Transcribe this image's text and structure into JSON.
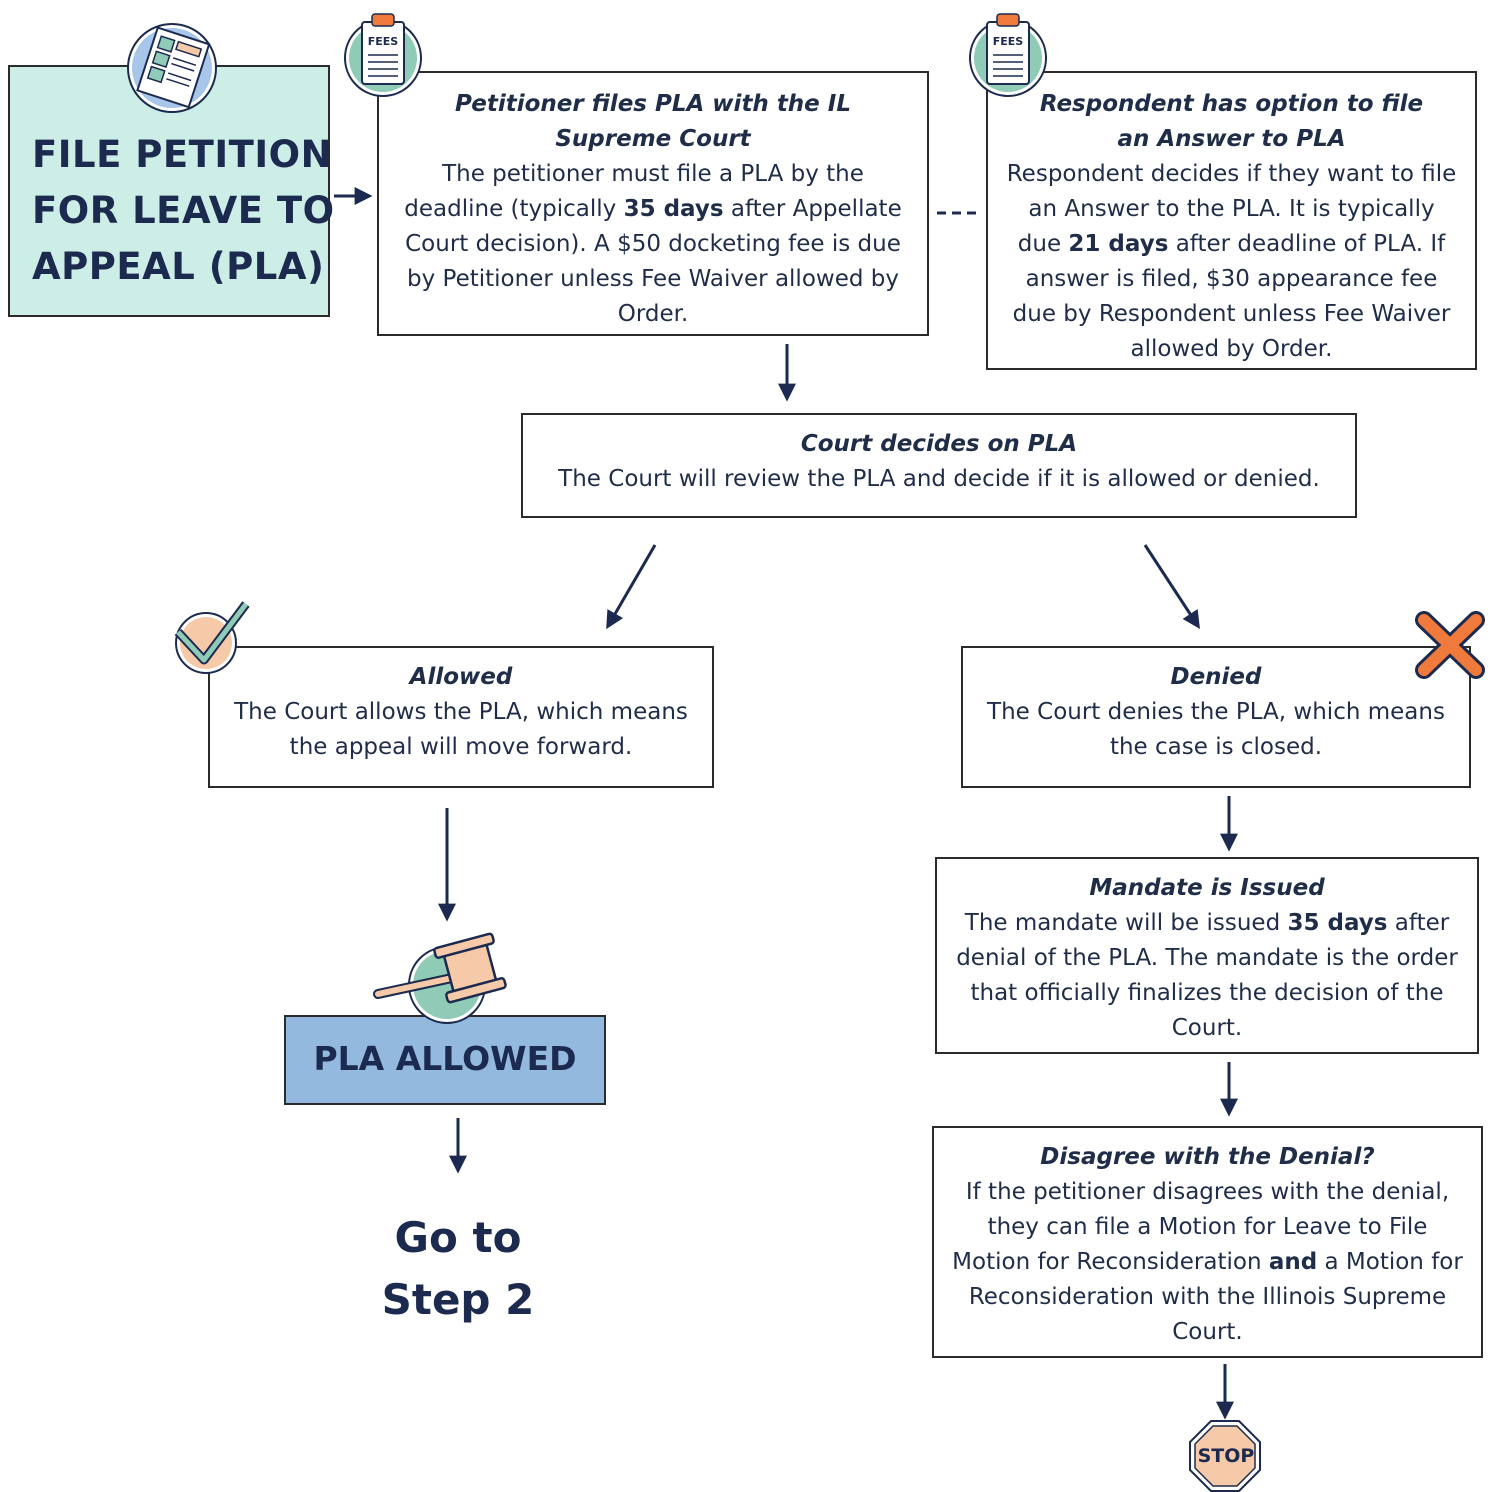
{
  "title": [
    "FILE PETITION",
    "FOR LEAVE TO",
    "APPEAL (PLA)"
  ],
  "petitioner": {
    "title": "Petitioner files PLA with the IL Supreme Court",
    "text_before": "The petitioner must file a PLA by the deadline (typically ",
    "bold": "35 days",
    "text_after": " after Appellate Court decision). A $50 docketing fee is due by Petitioner unless Fee Waiver allowed by Order."
  },
  "respondent": {
    "title": "Respondent has option to file an Answer to PLA",
    "text_before": "Respondent decides if they want to file an Answer to the PLA. It is typically due ",
    "bold": "21 days",
    "text_after": " after deadline of PLA. If answer is filed, $30 appearance fee due by Respondent unless Fee Waiver allowed by Order."
  },
  "court": {
    "title": "Court decides on PLA",
    "text": "The Court will review the PLA and decide if it is allowed or denied."
  },
  "allowed": {
    "title": "Allowed",
    "text": "The Court allows the PLA, which means the appeal will move forward."
  },
  "denied": {
    "title": "Denied",
    "text": "The Court denies the PLA, which means the case is closed."
  },
  "mandate": {
    "title": "Mandate is Issued",
    "text_before": "The mandate will be issued ",
    "bold": "35 days",
    "text_after": " after denial of the PLA. The mandate is the order that officially finalizes the decision of the Court."
  },
  "disagree": {
    "title": "Disagree with the Denial?",
    "text_before": "If the petitioner disagrees with the denial, they can file a Motion for Leave to File Motion for Reconsideration ",
    "bold": "and",
    "text_after": " a Motion for Reconsideration with the Illinois Supreme Court."
  },
  "pla_allowed": "PLA ALLOWED",
  "go_to": [
    "Go to",
    "Step 2"
  ],
  "fees_label": "FEES",
  "stop_label": "STOP",
  "icons": [
    "document-icon",
    "fees-clipboard-icon",
    "checkmark-icon",
    "x-mark-icon",
    "gavel-icon",
    "stop-sign-icon"
  ],
  "colors": {
    "title_bg": "#cdeee6",
    "pla_allowed_bg": "#93b9df",
    "text": "#1f2d48",
    "accent_orange": "#f07a3c",
    "accent_peach": "#f6c9a9",
    "accent_teal": "#8fcbb6"
  }
}
